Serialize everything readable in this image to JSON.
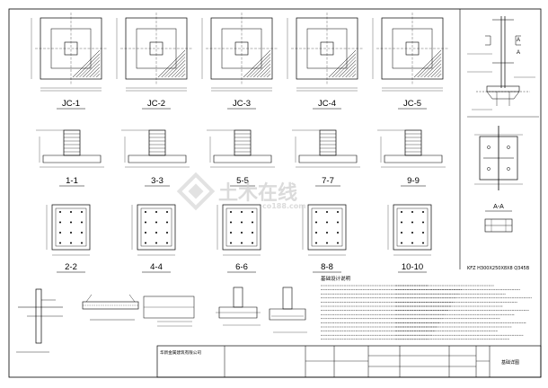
{
  "plan_labels": [
    "JC-1",
    "JC-2",
    "JC-3",
    "JC-4",
    "JC-5"
  ],
  "section_labels_row1": [
    "1-1",
    "3-3",
    "5-5",
    "7-7",
    "9-9"
  ],
  "section_labels_row2": [
    "2-2",
    "4-4",
    "6-6",
    "8-8",
    "10-10"
  ],
  "right_panel": {
    "section_mark": "A",
    "section_title": "A-A",
    "bottom_note": "KFZ   H300X250X8X8   Q345B"
  },
  "notes_title": "基础设计说明",
  "company_name": "华新金属建筑有限公司",
  "drawing_title": "基础详图",
  "watermark": {
    "text": "土木在线",
    "sub": "co188.com"
  },
  "colors": {
    "line": "#000000",
    "accent": "#1a1aff",
    "watermark": "#cfcfcf"
  }
}
